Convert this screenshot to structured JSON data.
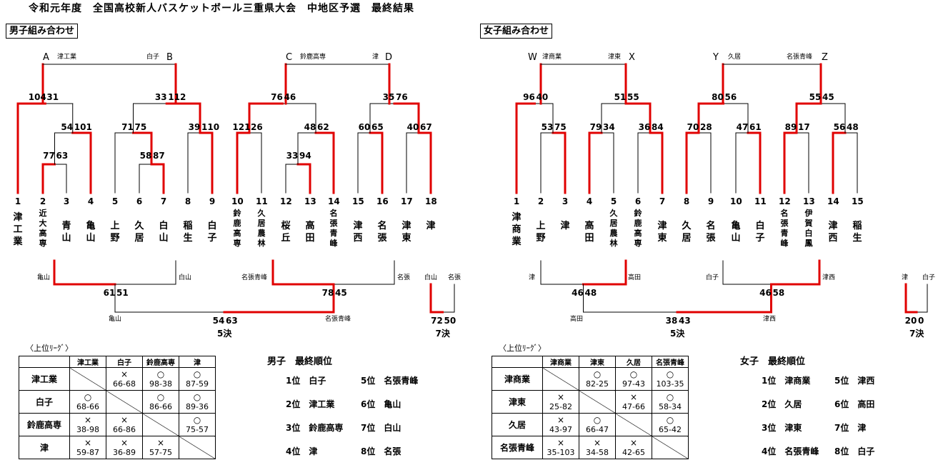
{
  "title": "令和元年度　全国高校新人バスケットボール三重県大会　中地区予選　最終結果",
  "boys": {
    "header": "男子組み合わせ",
    "letters": [
      "A",
      "B",
      "C",
      "D"
    ],
    "top_labels": [
      "津工業",
      "白子",
      "鈴鹿高専",
      "津"
    ],
    "seeds": [
      "1",
      "2",
      "3",
      "4",
      "5",
      "6",
      "7",
      "8",
      "9",
      "10",
      "11",
      "12",
      "13",
      "14",
      "15",
      "16",
      "17",
      "18"
    ],
    "teams": [
      "津工業",
      "近大高専",
      "青山",
      "亀山",
      "上野",
      "久居",
      "白山",
      "稲生",
      "白子",
      "鈴鹿高専",
      "久居農林",
      "桜丘",
      "高田",
      "名張青峰",
      "津西",
      "名張",
      "津東",
      "津"
    ],
    "scores": {
      "r1_2_3": [
        "77",
        "63"
      ],
      "r1_6_7": [
        "58",
        "87"
      ],
      "r1_12_13": [
        "33",
        "94"
      ],
      "r2_23_4": [
        "54",
        "101"
      ],
      "r2_5_67": [
        "71",
        "75"
      ],
      "r2_8_9": [
        "39",
        "110"
      ],
      "r2_10_11": [
        "121",
        "26"
      ],
      "r2_1213_14": [
        "48",
        "62"
      ],
      "r2_15_16": [
        "60",
        "65"
      ],
      "r2_17_18": [
        "40",
        "67"
      ],
      "r3_1_234": [
        "104",
        "31"
      ],
      "r3_B": [
        "33",
        "112"
      ],
      "r3_C": [
        "76",
        "46"
      ],
      "r3_D": [
        "35",
        "76"
      ]
    },
    "cons": {
      "left_labels": [
        "亀山",
        "白山"
      ],
      "left_score": [
        "61",
        "51"
      ],
      "right_labels": [
        "名張青峰",
        "名張"
      ],
      "right_score": [
        "78",
        "45"
      ],
      "final_labels": [
        "亀山",
        "名張青峰"
      ],
      "final_score": [
        "54",
        "63"
      ],
      "final_caption": "5決",
      "seventh_labels": [
        "白山",
        "名張"
      ],
      "seventh_score": [
        "72",
        "50"
      ],
      "seventh_caption": "7決"
    },
    "league": {
      "caption": "〈上位ﾘｰｸﾞ〉",
      "teams": [
        "津工業",
        "白子",
        "鈴鹿高専",
        "津"
      ],
      "rows": [
        [
          null,
          {
            "m": "×",
            "s": "66-68"
          },
          {
            "m": "○",
            "s": "98-38"
          },
          {
            "m": "○",
            "s": "87-59"
          }
        ],
        [
          {
            "m": "○",
            "s": "68-66"
          },
          null,
          {
            "m": "○",
            "s": "86-66"
          },
          {
            "m": "○",
            "s": "89-36"
          }
        ],
        [
          {
            "m": "×",
            "s": "38-98"
          },
          {
            "m": "×",
            "s": "66-86"
          },
          null,
          {
            "m": "○",
            "s": "75-57"
          }
        ],
        [
          {
            "m": "×",
            "s": "59-87"
          },
          {
            "m": "×",
            "s": "36-89"
          },
          {
            "m": "×",
            "s": "57-75"
          },
          null
        ]
      ]
    },
    "ranking": {
      "title": "男子　最終順位",
      "rows": [
        [
          "1位　白子",
          "5位　名張青峰"
        ],
        [
          "2位　津工業",
          "6位　亀山"
        ],
        [
          "3位　鈴鹿高専",
          "7位　白山"
        ],
        [
          "4位　津",
          "8位　名張"
        ]
      ]
    }
  },
  "girls": {
    "header": "女子組み合わせ",
    "letters": [
      "W",
      "X",
      "Y",
      "Z"
    ],
    "top_labels": [
      "津商業",
      "津東",
      "久居",
      "名張青峰"
    ],
    "seeds": [
      "1",
      "2",
      "3",
      "4",
      "5",
      "6",
      "7",
      "8",
      "9",
      "10",
      "11",
      "12",
      "13",
      "14",
      "15"
    ],
    "teams": [
      "津商業",
      "上野",
      "津",
      "高田",
      "久居農林",
      "鈴鹿高専",
      "津東",
      "久居",
      "名張",
      "亀山",
      "白子",
      "名張青峰",
      "伊賀白鳳",
      "津西",
      "稲生"
    ],
    "scores": {
      "r1_2_3": [
        "53",
        "75"
      ],
      "r1_4_5": [
        "79",
        "34"
      ],
      "r1_6_7": [
        "36",
        "84"
      ],
      "r1_8_9": [
        "70",
        "28"
      ],
      "r1_10_11": [
        "47",
        "61"
      ],
      "r1_12_13": [
        "89",
        "17"
      ],
      "r1_14_15": [
        "56",
        "48"
      ],
      "r2_W": [
        "96",
        "40"
      ],
      "r2_X": [
        "51",
        "55"
      ],
      "r2_Y": [
        "80",
        "56"
      ],
      "r2_Z": [
        "55",
        "45"
      ]
    },
    "cons": {
      "left_labels": [
        "津",
        "高田"
      ],
      "left_score": [
        "46",
        "48"
      ],
      "right_labels": [
        "白子",
        "津西"
      ],
      "right_score": [
        "46",
        "58"
      ],
      "final_labels": [
        "高田",
        "津西"
      ],
      "final_score": [
        "38",
        "43"
      ],
      "final_caption": "5決",
      "seventh_labels": [
        "津",
        "白子"
      ],
      "seventh_score": [
        "20",
        "0"
      ],
      "seventh_caption": "7決"
    },
    "league": {
      "caption": "〈上位ﾘｰｸﾞ〉",
      "teams": [
        "津商業",
        "津東",
        "久居",
        "名張青峰"
      ],
      "rows": [
        [
          null,
          {
            "m": "○",
            "s": "82-25"
          },
          {
            "m": "○",
            "s": "97-43"
          },
          {
            "m": "○",
            "s": "103-35"
          }
        ],
        [
          {
            "m": "×",
            "s": "25-82"
          },
          null,
          {
            "m": "×",
            "s": "47-66"
          },
          {
            "m": "○",
            "s": "58-34"
          }
        ],
        [
          {
            "m": "×",
            "s": "43-97"
          },
          {
            "m": "○",
            "s": "66-47"
          },
          null,
          {
            "m": "○",
            "s": "65-42"
          }
        ],
        [
          {
            "m": "×",
            "s": "35-103"
          },
          {
            "m": "×",
            "s": "34-58"
          },
          {
            "m": "×",
            "s": "42-65"
          },
          null
        ]
      ]
    },
    "ranking": {
      "title": "女子　最終順位",
      "rows": [
        [
          "1位　津商業",
          "5位　津西"
        ],
        [
          "2位　久居",
          "6位　高田"
        ],
        [
          "3位　津東",
          "7位　津"
        ],
        [
          "4位　名張青峰",
          "8位　白子"
        ]
      ]
    }
  },
  "colors": {
    "winner_line": "#e00000",
    "line": "#000000"
  }
}
